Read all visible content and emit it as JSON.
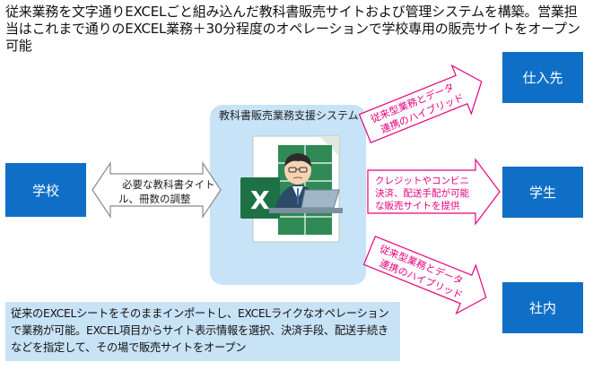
{
  "header": {
    "text": "従来業務を文字通りEXCELごと組み込んだ教科書販売サイトおよび管理システムを構築。営業担当はこれまで通りのEXCEL業務＋30分程度のオペレーションで学校専用の販売サイトをオープン可能"
  },
  "nodes": {
    "school": "学校",
    "supplier": "仕入先",
    "student": "学生",
    "internal": "社内"
  },
  "system": {
    "title": "教科書販売業務支援システム",
    "icon": "excel-user-illustration"
  },
  "left_arrow": {
    "line1": "必要な教科書タイト",
    "line2": "ル、冊数の調整"
  },
  "right_arrows": {
    "top": {
      "line1": "従来型業務とデータ",
      "line2": "連携のハイブリッド"
    },
    "middle": {
      "line1": "クレジットやコンビニ",
      "line2": "決済、配送手配が可能",
      "line3": "な販売サイトを提供"
    },
    "bottom": {
      "line1": "従来型業務とデータ",
      "line2": "連携のハイブリッド"
    }
  },
  "note": {
    "text": "従来のEXCELシートをそのままインポートし、EXCELライクなオペレーションで業務が可能。EXCEL項目からサイト表示情報を選択、決済手段、配送手続きなどを指定して、その場で販売サイトをオープン"
  },
  "colors": {
    "box_blue": "#0f6fc6",
    "panel_blue": "#c7e3f7",
    "arrow_pink": "#e6007e",
    "excel_green": "#1e7145"
  }
}
